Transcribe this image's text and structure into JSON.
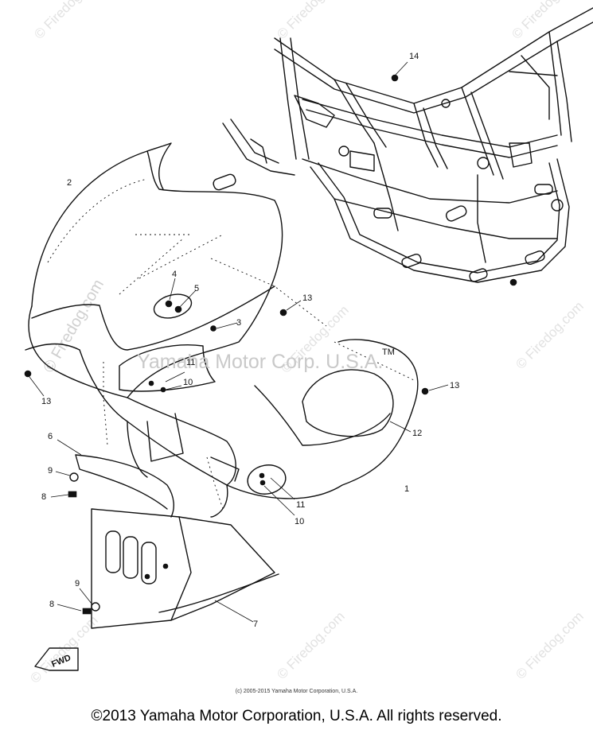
{
  "watermarks": {
    "tile": "© Firedog.com",
    "diagonal": "© Firedog.com"
  },
  "overlay_text": "Yamaha Motor Corp. U.S.A.",
  "overlay_tm": "TM",
  "fwd_label": "FWD",
  "callouts": {
    "c1": "1",
    "c2": "2",
    "c3": "3",
    "c4": "4",
    "c5": "5",
    "c6": "6",
    "c7": "7",
    "c8a": "8",
    "c8b": "8",
    "c9a": "9",
    "c9b": "9",
    "c10a": "10",
    "c10b": "10",
    "c11a": "11",
    "c11b": "11",
    "c12": "12",
    "c13a": "13",
    "c13b": "13",
    "c13c": "13",
    "c14": "14"
  },
  "footer": {
    "small": "(c) 2005-2015 Yamaha Motor Corporation, U.S.A.",
    "main": "©2013 Yamaha Motor Corporation, U.S.A. All rights reserved."
  },
  "colors": {
    "line": "#111111",
    "watermark": "#d0d0d0",
    "background": "#ffffff"
  }
}
